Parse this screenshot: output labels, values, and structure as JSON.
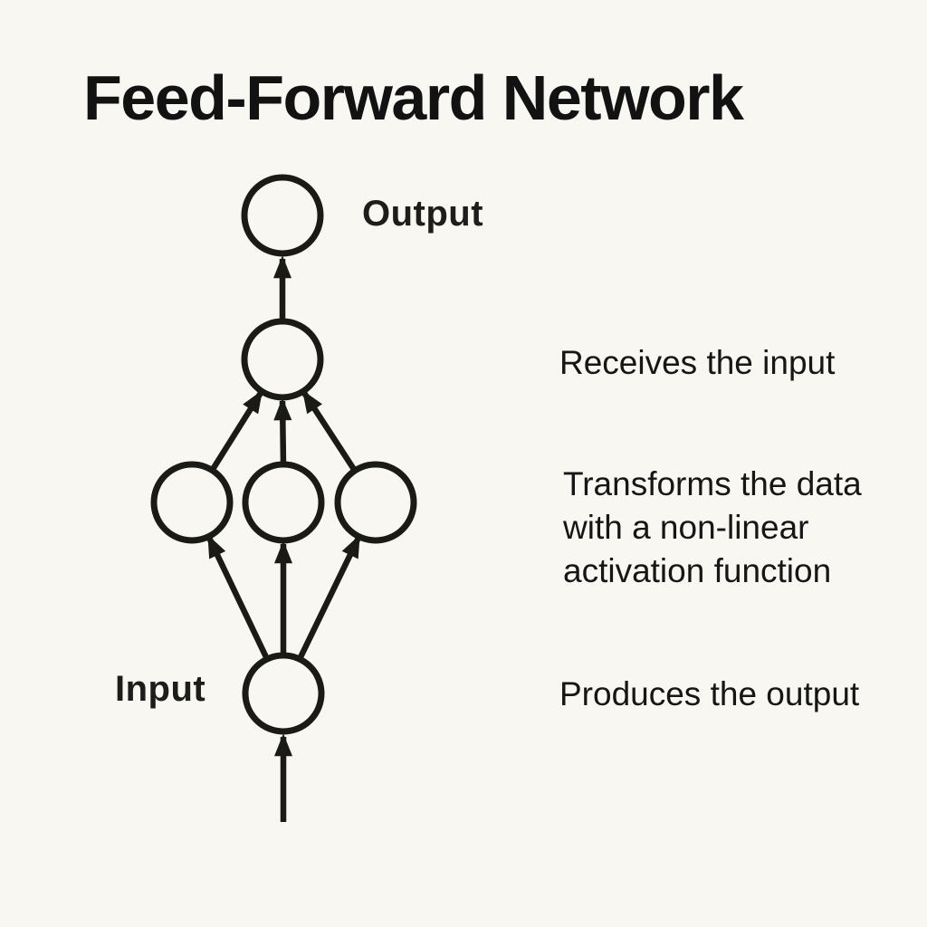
{
  "title": "Feed-Forward Network",
  "diagram": {
    "output_label": "Output",
    "input_label": "Input",
    "nodes": [
      {
        "name": "output-node",
        "layer": "output"
      },
      {
        "name": "hidden-upper-node",
        "layer": "hidden-2"
      },
      {
        "name": "hidden-left-node",
        "layer": "hidden-1"
      },
      {
        "name": "hidden-center-node",
        "layer": "hidden-1"
      },
      {
        "name": "hidden-right-node",
        "layer": "hidden-1"
      },
      {
        "name": "input-node",
        "layer": "input"
      }
    ],
    "flow_direction": "bottom-to-top",
    "colors": {
      "background": "#f8f7f2",
      "stroke": "#1a1a17",
      "text": "#141414"
    }
  },
  "annotations": [
    {
      "label": "Receives the input"
    },
    {
      "lines": [
        "Transforms the data",
        "with a non-linear",
        "activation function"
      ]
    },
    {
      "label": "Produces the output"
    }
  ]
}
